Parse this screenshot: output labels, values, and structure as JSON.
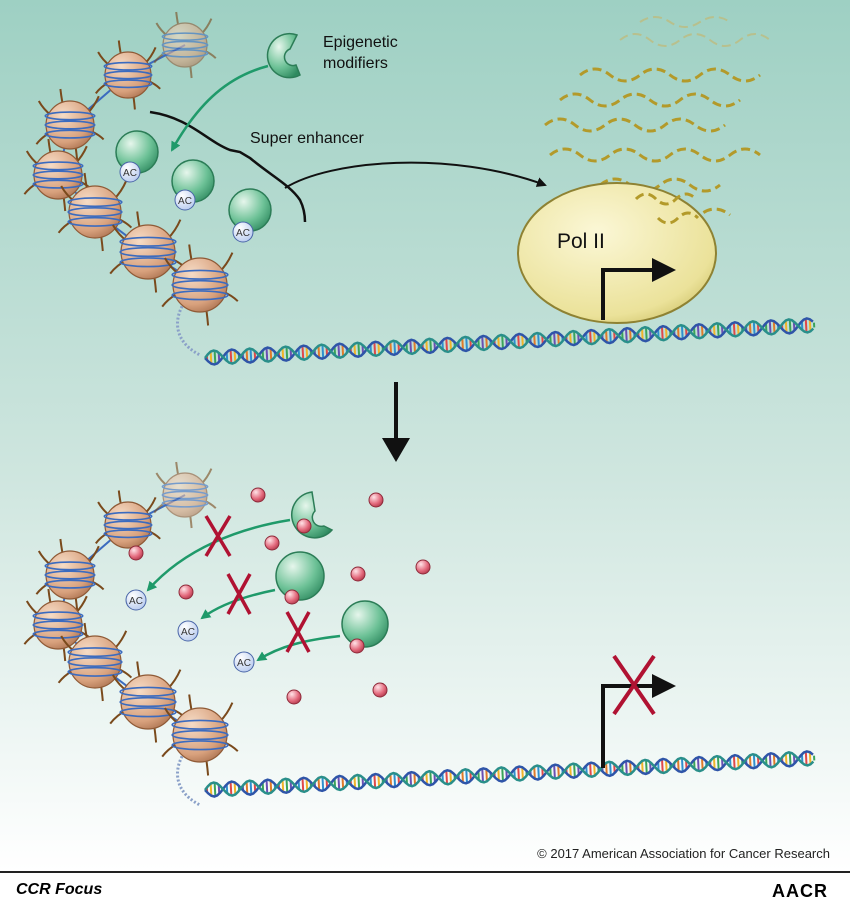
{
  "labels": {
    "epigenetic_line1": "Epigenetic",
    "epigenetic_line2": "modifiers",
    "super_enhancer": "Super enhancer",
    "pol2": "Pol II",
    "ac": "AC"
  },
  "footer": {
    "copyright": "© 2017 American Association for Cancer Research",
    "journal": "CCR Focus",
    "logo": "AACR"
  },
  "colors": {
    "background_top": "#9ed0c3",
    "background_bottom": "#ffffff",
    "nucleosome": "#d9a37f",
    "modifier": "#5fb98d",
    "pol2": "#efe8a3",
    "inhibitor": "#e3697c",
    "cross": "#b01232",
    "arrow_green": "#1f9a6a",
    "dna_backbone": "#2f55a8"
  }
}
